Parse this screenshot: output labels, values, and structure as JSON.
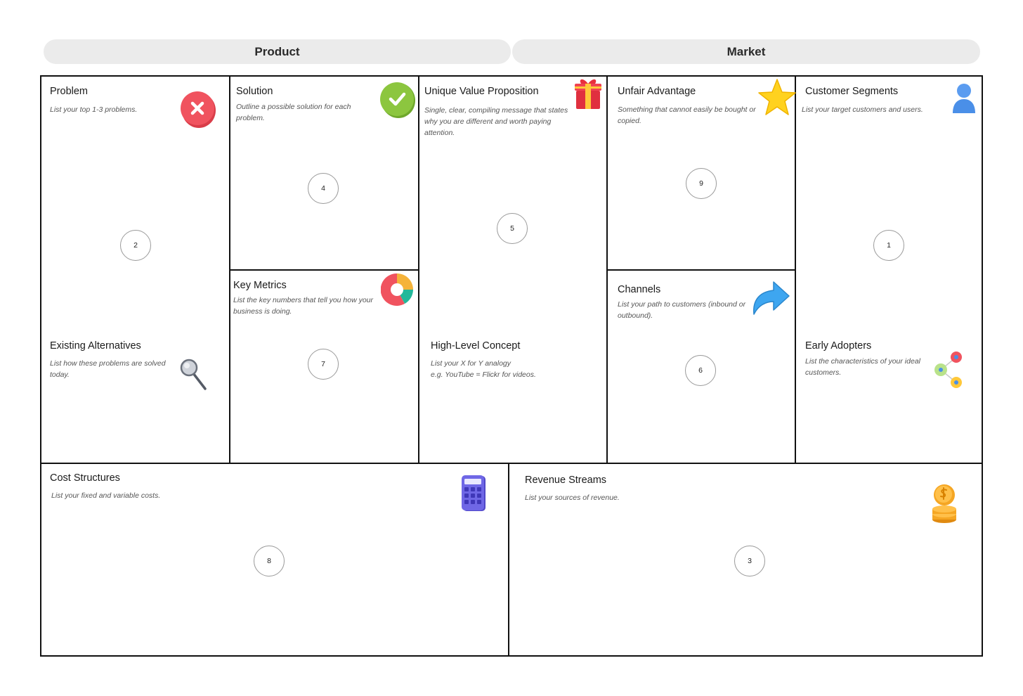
{
  "headers": {
    "product": "Product",
    "market": "Market"
  },
  "blocks": {
    "problem": {
      "title": "Problem",
      "desc": "List your top 1-3 problems.",
      "number": "2"
    },
    "existing_alternatives": {
      "title": "Existing Alternatives",
      "desc": "List how these problems are solved today."
    },
    "solution": {
      "title": "Solution",
      "desc": "Outline a possible solution for each problem.",
      "number": "4"
    },
    "key_metrics": {
      "title": "Key Metrics",
      "desc": "List the key numbers that tell you how your business is doing.",
      "number": "7"
    },
    "uvp": {
      "title": "Unique Value Proposition",
      "desc": "Single, clear, compiling message that states why you are different and worth paying attention.",
      "number": "5"
    },
    "high_level_concept": {
      "title": "High-Level Concept",
      "desc_line1": "List your X for Y analogy",
      "desc_line2": "e.g. YouTube = Flickr for videos."
    },
    "unfair_advantage": {
      "title": "Unfair Advantage",
      "desc": "Something that cannot easily be bought or copied.",
      "number": "9"
    },
    "channels": {
      "title": "Channels",
      "desc": "List your path to customers (inbound or outbound).",
      "number": "6"
    },
    "customer_segments": {
      "title": "Customer Segments",
      "desc": "List your target customers and users.",
      "number": "1"
    },
    "early_adopters": {
      "title": "Early Adopters",
      "desc": "List the characteristics of your ideal customers."
    },
    "cost_structures": {
      "title": "Cost Structures",
      "desc": "List your fixed and variable costs.",
      "number": "8"
    },
    "revenue_streams": {
      "title": "Revenue Streams",
      "desc": "List your sources of revenue.",
      "number": "3"
    }
  },
  "icons": {
    "problem": "x-circle-icon",
    "solution": "check-circle-icon",
    "uvp": "gift-icon",
    "unfair_advantage": "star-icon",
    "customer_segments": "person-icon",
    "existing_alternatives": "magnifier-icon",
    "key_metrics": "pie-chart-icon",
    "channels": "arrow-icon",
    "early_adopters": "network-icon",
    "cost_structures": "calculator-icon",
    "revenue_streams": "coins-icon"
  },
  "colors": {
    "header_bg": "#ebebeb",
    "border": "#111111",
    "problem_red": "#f0535f",
    "solution_green": "#8cc63f",
    "star_yellow": "#ffd21f",
    "person_blue": "#4a8fe8",
    "arrow_blue": "#3ea6f0",
    "calculator_purple": "#6f67e6",
    "coin_orange": "#f5a623"
  }
}
